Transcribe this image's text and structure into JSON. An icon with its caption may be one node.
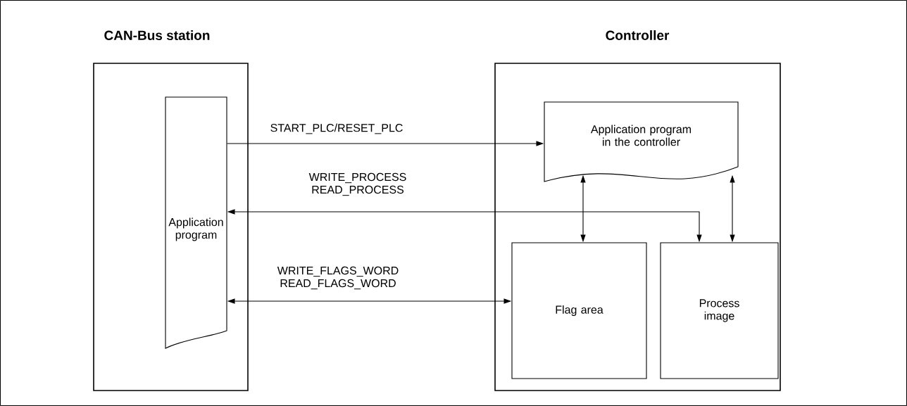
{
  "diagram": {
    "nodes": [
      {
        "text": [
          "CAN-Bus station"
        ]
      },
      {
        "text": [
          "Application program"
        ],
        "in": 0
      },
      {
        "text": [
          "Controller"
        ]
      },
      {
        "text": [
          "Application program in the controller"
        ],
        "in": 2
      },
      {
        "text": [
          "Flag area"
        ],
        "in": 2
      },
      {
        "text": [
          "Process image"
        ],
        "in": 2
      }
    ],
    "edges": [
      {
        "from": 1,
        "to": 3,
        "arrow": "to",
        "label": "START_PLC/RESET_PLC"
      },
      {
        "from": 1,
        "to": 5,
        "arrow": "both",
        "label": "WRITE_PROCESS READ_PROCESS"
      },
      {
        "from": 1,
        "to": 4,
        "arrow": "both",
        "label": "WRITE_FLAGS_WORD READ_FLAGS_WORD"
      },
      {
        "from": 3,
        "to": 4,
        "arrow": "both"
      },
      {
        "from": 3,
        "to": 5,
        "arrow": "both"
      }
    ]
  }
}
